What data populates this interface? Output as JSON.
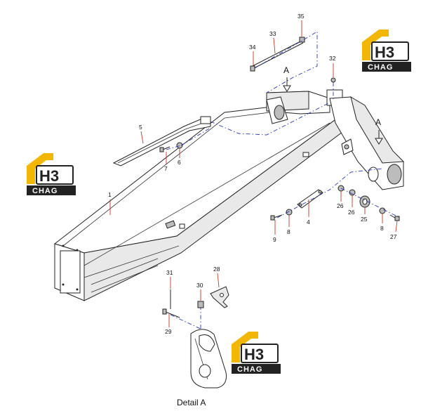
{
  "callouts": {
    "c1": "1",
    "c4": "4",
    "c5": "5",
    "c6": "6",
    "c7": "7",
    "c8a": "8",
    "c8b": "8",
    "c9": "9",
    "c25": "25",
    "c26a": "26",
    "c26b": "26",
    "c27": "27",
    "c28": "28",
    "c29": "29",
    "c30": "30",
    "c31": "31",
    "c32": "32",
    "c33": "33",
    "c34": "34",
    "c35": "35"
  },
  "view_markers": {
    "a1": "A",
    "a2": "A"
  },
  "detail_label": "Detail A",
  "logo": {
    "mark": "H3",
    "name": "CHAG"
  },
  "colors": {
    "leader": "#c0392b",
    "centerline": "#2a3bb0",
    "logo_gold": "#f2b705",
    "logo_dark": "#222222"
  }
}
